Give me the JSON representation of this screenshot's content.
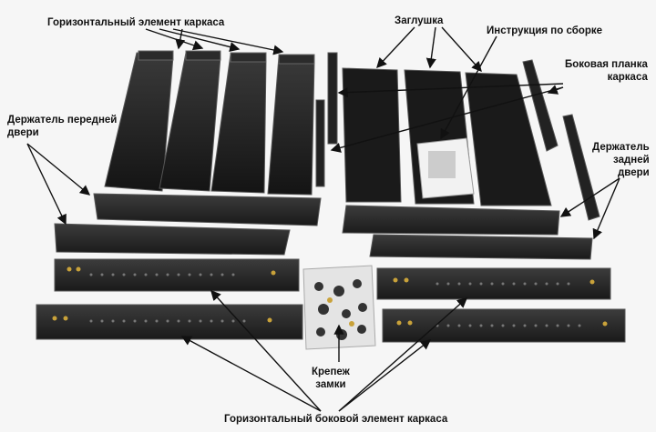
{
  "labels": {
    "horizontal_frame_element": "Горизонтальный элемент каркаса",
    "blanking_plate": "Заглушка",
    "assembly_instructions": "Инструкция по сборке",
    "side_frame_bar": "Боковая планка\nкаркаса",
    "front_door_holder": "Держатель передней\nдвери",
    "rear_door_holder": "Держатель\nзадней\nдвери",
    "fasteners_locks": "Крепеж\nзамки",
    "horizontal_side_frame_element": "Горизонтальный боковой элемент каркаса"
  },
  "colors": {
    "background": "#f6f6f6",
    "part_metal": "#1e1e1e",
    "part_edge": "#4a4a4a",
    "rail_metal": "#2a2a2a",
    "screw_gold": "#c9a23a",
    "arrow": "#111111"
  }
}
